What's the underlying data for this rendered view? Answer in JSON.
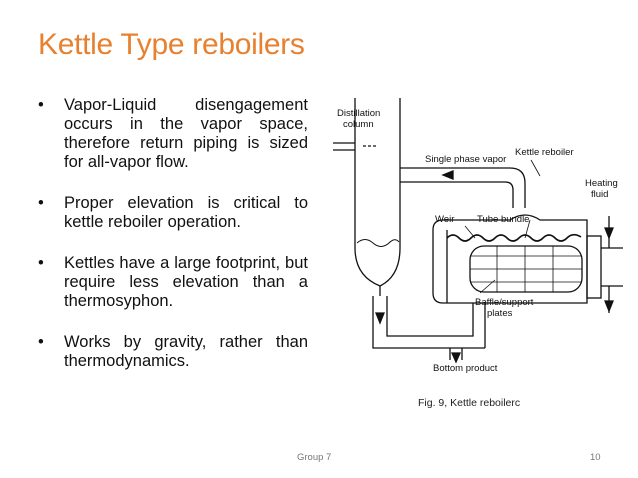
{
  "slide": {
    "title": "Kettle Type reboilers",
    "bullets": [
      "Vapor-Liquid disengagement occurs in the vapor space, therefore return piping is sized for all-vapor flow.",
      " Proper elevation is critical to kettle reboiler operation.",
      "Kettles have a large footprint, but require less elevation than a thermosyphon.",
      " Works by gravity, rather than thermodynamics."
    ],
    "bullet_symbol": "•",
    "figure": {
      "caption": "Fig. 9, Kettle reboilerc",
      "labels": {
        "distillation_column_1": "Distillation",
        "distillation_column_2": "column",
        "single_phase_vapor": "Single phase vapor",
        "kettle_reboiler": "Kettle reboiler",
        "heating_fluid_1": "Heating",
        "heating_fluid_2": "fluid",
        "weir": "Weir",
        "tube_bundle": "Tube bundle",
        "baffle_1": "Baffle/support",
        "baffle_2": "plates",
        "bottom_product": "Bottom product"
      }
    },
    "footer": "Group 7",
    "page_number": "10"
  },
  "colors": {
    "title": "#e8812f",
    "text": "#111111",
    "footer": "#777777"
  }
}
